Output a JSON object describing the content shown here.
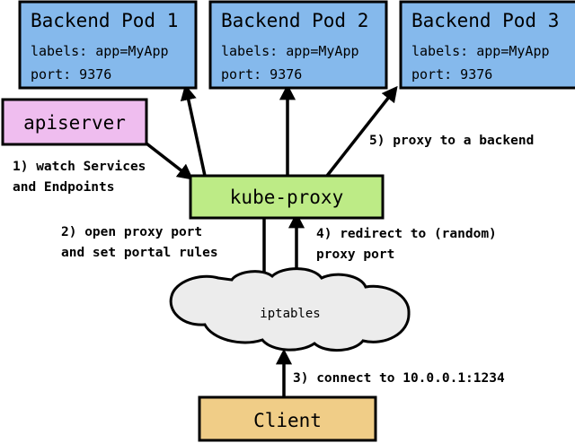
{
  "diagram": {
    "title": "kube-proxy service proxying flow",
    "background": "#ffffff",
    "colors": {
      "pod_fill": "#85b9ec",
      "apiserver_fill": "#efbdef",
      "kubeproxy_fill": "#bdeb86",
      "client_fill": "#f0cd87",
      "cloud_fill": "#ececec",
      "stroke": "#000000",
      "text": "#000000"
    }
  },
  "nodes": {
    "pod1": {
      "title": "Backend Pod 1",
      "labels_line": "labels: app=MyApp",
      "port_line": "port: 9376"
    },
    "pod2": {
      "title": "Backend Pod 2",
      "labels_line": "labels: app=MyApp",
      "port_line": "port: 9376"
    },
    "pod3": {
      "title": "Backend Pod 3",
      "labels_line": "labels: app=MyApp",
      "port_line": "port: 9376"
    },
    "apiserver": {
      "title": "apiserver"
    },
    "kubeproxy": {
      "title": "kube-proxy"
    },
    "iptables": {
      "title": "iptables"
    },
    "client": {
      "title": "Client"
    }
  },
  "edge_labels": {
    "step1_line1": "1) watch Services",
    "step1_line2": "and Endpoints",
    "step2_line1": "2) open proxy port",
    "step2_line2": "and set portal rules",
    "step3_line1": "3) connect to 10.0.0.1:1234",
    "step4_line1": "4) redirect to (random)",
    "step4_line2": "proxy port",
    "step5_line1": "5) proxy to a backend"
  }
}
